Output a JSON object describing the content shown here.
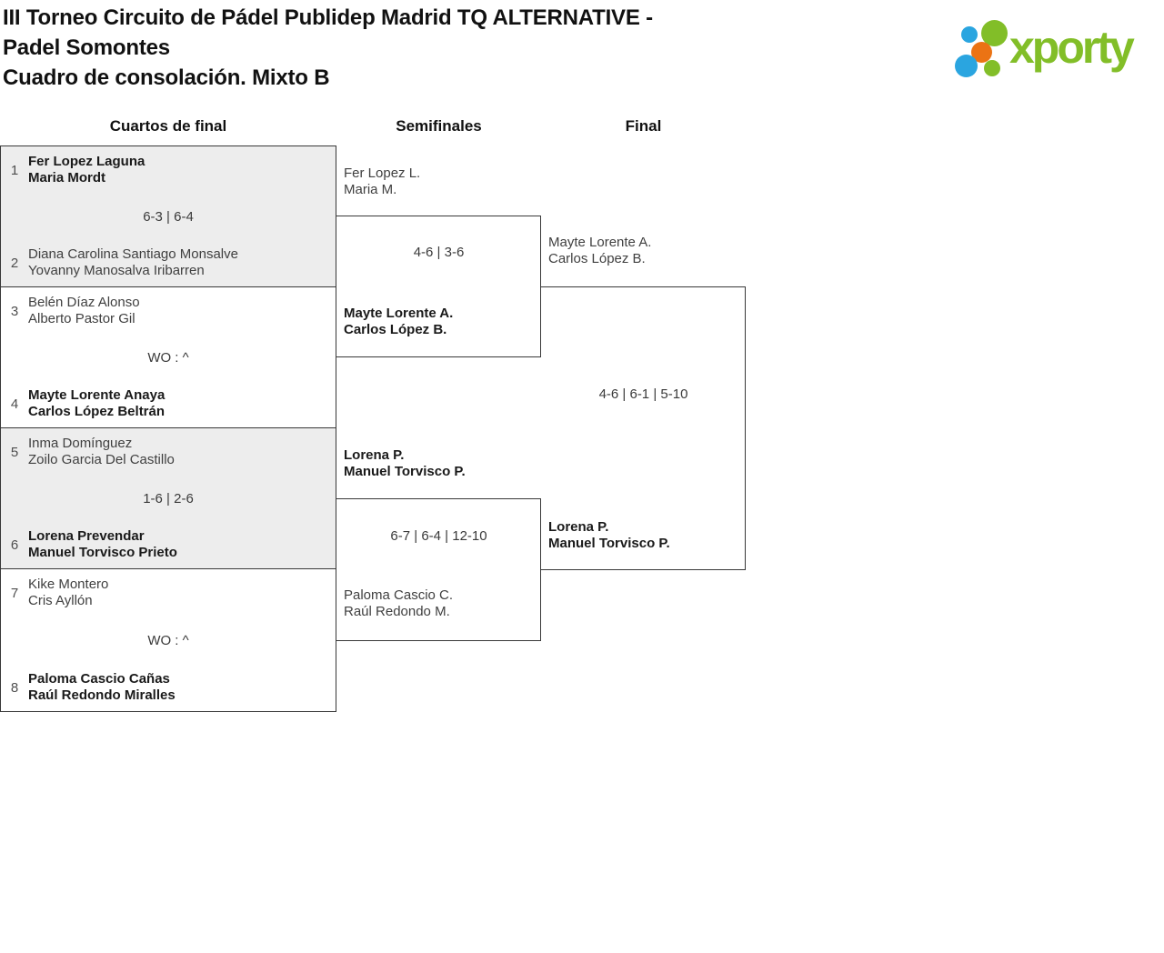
{
  "title": {
    "lines": [
      "III Torneo Circuito de Pádel Publidep Madrid TQ ALTERNATIVE -",
      "Padel Somontes",
      "Cuadro de consolación. Mixto B"
    ]
  },
  "logo": {
    "text": "xporty",
    "colors": {
      "green": "#82be28",
      "blue": "#2aa5e0",
      "orange": "#eb7314"
    }
  },
  "columns": {
    "quarterfinals": "Cuartos de final",
    "semifinals": "Semifinales",
    "final": "Final"
  },
  "bracket": {
    "quarterfinals": [
      {
        "top": {
          "seed": "1",
          "names": [
            "Fer Lopez Laguna",
            "Maria Mordt"
          ],
          "winner": true
        },
        "score": "6-3 | 6-4",
        "bottom": {
          "seed": "2",
          "names": [
            "Diana Carolina Santiago Monsalve",
            "Yovanny Manosalva Iribarren"
          ],
          "winner": false
        }
      },
      {
        "top": {
          "seed": "3",
          "names": [
            "Belén Díaz Alonso",
            "Alberto Pastor Gil"
          ],
          "winner": false
        },
        "score": "WO : ^",
        "bottom": {
          "seed": "4",
          "names": [
            "Mayte Lorente Anaya",
            "Carlos López Beltrán"
          ],
          "winner": true
        }
      },
      {
        "top": {
          "seed": "5",
          "names": [
            "Inma Domínguez",
            "Zoilo Garcia Del Castillo"
          ],
          "winner": false
        },
        "score": "1-6 | 2-6",
        "bottom": {
          "seed": "6",
          "names": [
            "Lorena Prevendar",
            "Manuel Torvisco Prieto"
          ],
          "winner": true
        }
      },
      {
        "top": {
          "seed": "7",
          "names": [
            "Kike Montero",
            "Cris Ayllón"
          ],
          "winner": false
        },
        "score": "WO : ^",
        "bottom": {
          "seed": "8",
          "names": [
            "Paloma Cascio Cañas",
            "Raúl Redondo Miralles"
          ],
          "winner": true
        }
      }
    ],
    "semifinals": [
      {
        "top": {
          "names": [
            "Fer Lopez L.",
            "Maria M."
          ],
          "winner": false
        },
        "score": "4-6 | 3-6",
        "bottom": {
          "names": [
            "Mayte Lorente A.",
            "Carlos López B."
          ],
          "winner": true
        }
      },
      {
        "top": {
          "names": [
            "Lorena P.",
            "Manuel Torvisco P."
          ],
          "winner": true
        },
        "score": "6-7 | 6-4 | 12-10",
        "bottom": {
          "names": [
            "Paloma Cascio C.",
            "Raúl Redondo M."
          ],
          "winner": false
        }
      }
    ],
    "final": {
      "top": {
        "names": [
          "Mayte Lorente A.",
          "Carlos López B."
        ],
        "winner": false
      },
      "score": "4-6 | 6-1 | 5-10",
      "bottom": {
        "names": [
          "Lorena P.",
          "Manuel Torvisco P."
        ],
        "winner": true
      }
    }
  }
}
